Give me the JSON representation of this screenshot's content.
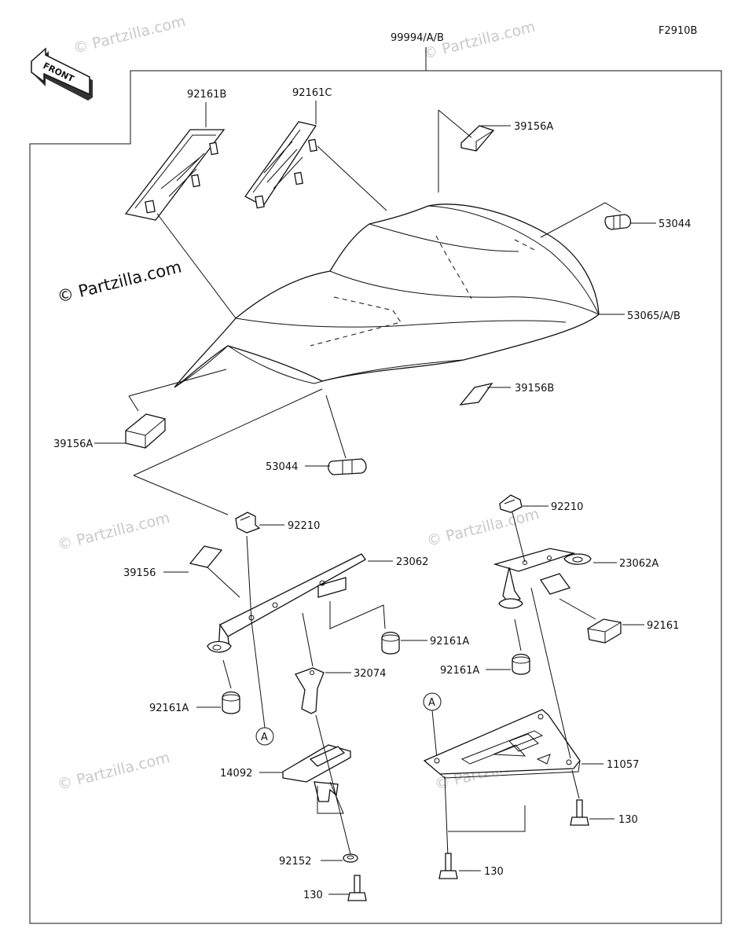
{
  "figure_code": "F2910B",
  "front_arrow_label": "FRONT",
  "watermark_main": "© Partzilla.com",
  "watermark_faint": "© Partzilla.com",
  "callout_letter": "A",
  "labels": {
    "kit": "99994/A/B",
    "seat_cover": "53065/A/B",
    "cap_left": "92161B",
    "cap_right": "92161C",
    "pad_top": "39156A",
    "pad_left": "39156A",
    "pad_right": "39156B",
    "pad_bracket": "39156",
    "clip_right": "53044",
    "clip_bottom": "53044",
    "nut_left": "92210",
    "nut_right": "92210",
    "bracket_left": "23062",
    "bracket_right": "23062A",
    "damper_1": "92161A",
    "damper_2": "92161A",
    "damper_3": "92161A",
    "damper_4": "92161",
    "stay": "32074",
    "holder": "14092",
    "plate": "11057",
    "bolt_1": "130",
    "bolt_2": "130",
    "bolt_3": "130",
    "washer": "92152"
  }
}
